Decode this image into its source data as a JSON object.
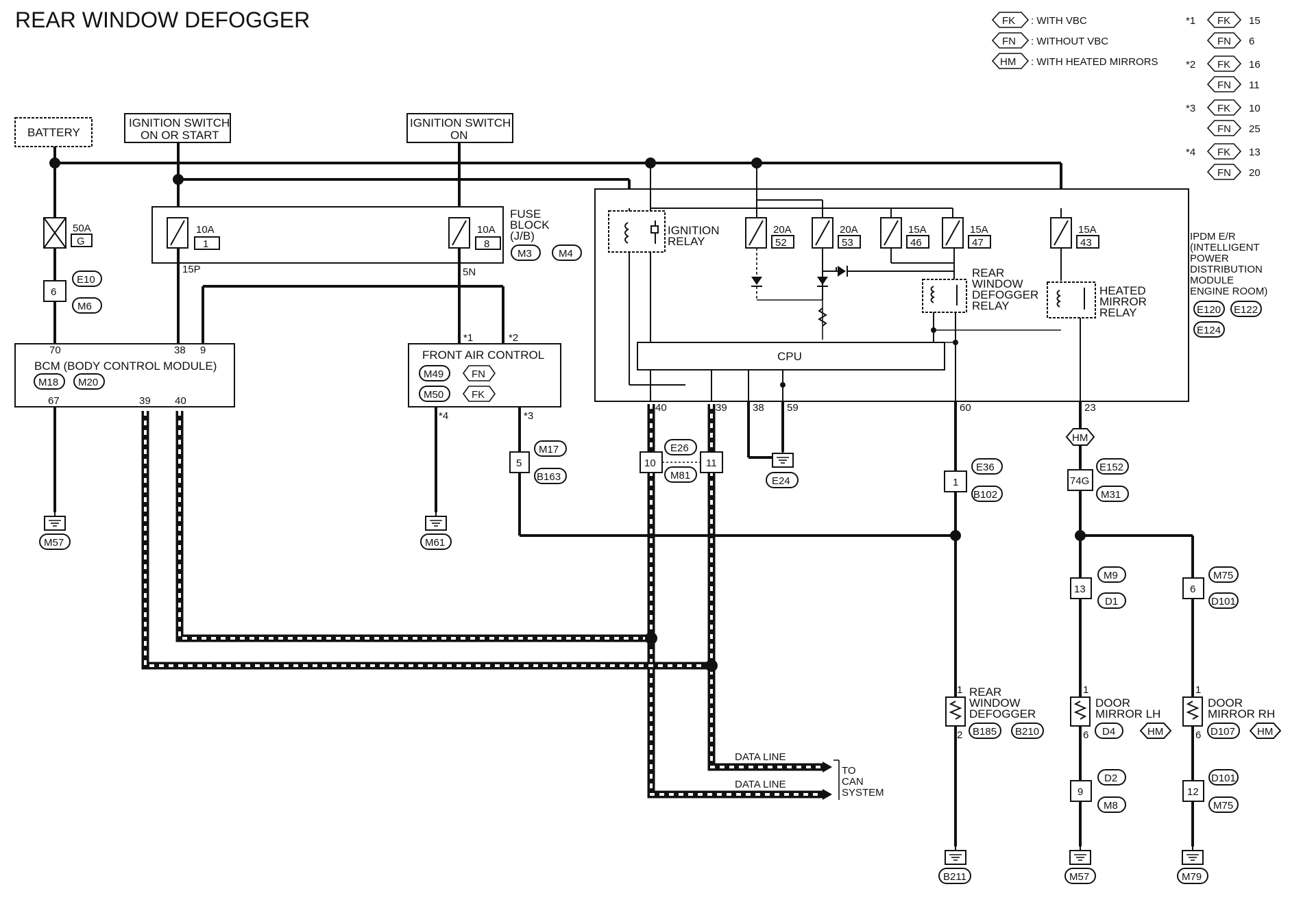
{
  "title": "REAR WINDOW DEFOGGER",
  "legend": {
    "fk_tag": "FK",
    "fk_text": ": WITH VBC",
    "fn_tag": "FN",
    "fn_text": ": WITHOUT VBC",
    "hm_tag": "HM",
    "hm_text": ": WITH HEATED MIRRORS"
  },
  "notes": [
    {
      "mark": "*1",
      "fk": "15",
      "fn": "6"
    },
    {
      "mark": "*2",
      "fk": "16",
      "fn": "11"
    },
    {
      "mark": "*3",
      "fk": "10",
      "fn": "25"
    },
    {
      "mark": "*4",
      "fk": "13",
      "fn": "20"
    }
  ],
  "sources": {
    "battery": "BATTERY",
    "ign1_line1": "IGNITION SWITCH",
    "ign1_line2": "ON OR START",
    "ign2_line1": "IGNITION SWITCH",
    "ign2_line2": "ON"
  },
  "fuses": {
    "f50a": "50A",
    "f50a_id": "G",
    "f10a1": "10A",
    "f10a1_id": "1",
    "f10a2": "10A",
    "f10a2_id": "8",
    "f20a52": "20A",
    "f20a52_id": "52",
    "f20a53": "20A",
    "f20a53_id": "53",
    "f15a46": "15A",
    "f15a46_id": "46",
    "f15a47": "15A",
    "f15a47_id": "47",
    "f15a43": "15A",
    "f15a43_id": "43"
  },
  "fuse_block": {
    "l1": "FUSE",
    "l2": "BLOCK",
    "l3": "(J/B)",
    "c1": "M3",
    "c2": "M4"
  },
  "connectors": {
    "e10": "E10",
    "m6": "M6",
    "pin6": "6",
    "e36": "E36",
    "b102": "B102",
    "pin1": "1",
    "e26": "E26",
    "m81": "M81",
    "p10": "10",
    "p11": "11",
    "m17": "M17",
    "b163": "B163",
    "p5": "5",
    "e152": "E152",
    "m31": "M31",
    "p74g": "74G",
    "m9": "M9",
    "d1": "D1",
    "p13": "13",
    "m75": "M75",
    "d101": "D101",
    "p6": "6",
    "d2": "D2",
    "m8": "M8",
    "p9": "9",
    "d101b": "D101",
    "m75b": "M75",
    "p12": "12",
    "hm": "HM"
  },
  "bcm": {
    "name": "BCM (BODY CONTROL MODULE)",
    "c1": "M18",
    "c2": "M20",
    "p70": "70",
    "p38": "38",
    "p9": "9",
    "p67": "67",
    "p39": "39",
    "p40": "40"
  },
  "fac": {
    "name": "FRONT AIR CONTROL",
    "c1": "M49",
    "c1tag": "FN",
    "c2": "M50",
    "c2tag": "FK",
    "s1": "*1",
    "s2": "*2",
    "s3": "*3",
    "s4": "*4"
  },
  "ipdm": {
    "l1": "IPDM E/R",
    "l2": "(INTELLIGENT",
    "l3": "POWER",
    "l4": "DISTRIBUTION",
    "l5": "MODULE",
    "l6": "ENGINE ROOM)",
    "c1": "E120",
    "c2": "E122",
    "c3": "E124",
    "cpu": "CPU",
    "ign_relay1": "IGNITION",
    "ign_relay2": "RELAY",
    "rwd_relay1": "REAR",
    "rwd_relay2": "WINDOW",
    "rwd_relay3": "DEFOGGER",
    "rwd_relay4": "RELAY",
    "hm_relay1": "HEATED",
    "hm_relay2": "MIRROR",
    "hm_relay3": "RELAY",
    "p40": "40",
    "p39": "39",
    "p38": "38",
    "p59": "59",
    "p60": "60",
    "p23": "23"
  },
  "wire_labels": {
    "w15p": "15P",
    "w5n": "5N"
  },
  "grounds": {
    "m57": "M57",
    "m61": "M61",
    "e24": "E24",
    "b211": "B211",
    "m57b": "M57",
    "m79": "M79"
  },
  "loads": {
    "rwd1": "REAR",
    "rwd2": "WINDOW",
    "rwd3": "DEFOGGER",
    "rwd_c1": "B185",
    "rwd_c2": "B210",
    "rwd_p1": "1",
    "rwd_p2": "2",
    "dml1": "DOOR",
    "dml2": "MIRROR LH",
    "dml_c": "D4",
    "dml_tag": "HM",
    "dml_p1": "1",
    "dml_p2": "6",
    "dmr1": "DOOR",
    "dmr2": "MIRROR RH",
    "dmr_c": "D107",
    "dmr_tag": "HM",
    "dmr_p1": "1",
    "dmr_p2": "6"
  },
  "can": {
    "dl1": "DATA LINE",
    "dl2": "DATA LINE",
    "to1": "TO",
    "to2": "CAN",
    "to3": "SYSTEM"
  }
}
